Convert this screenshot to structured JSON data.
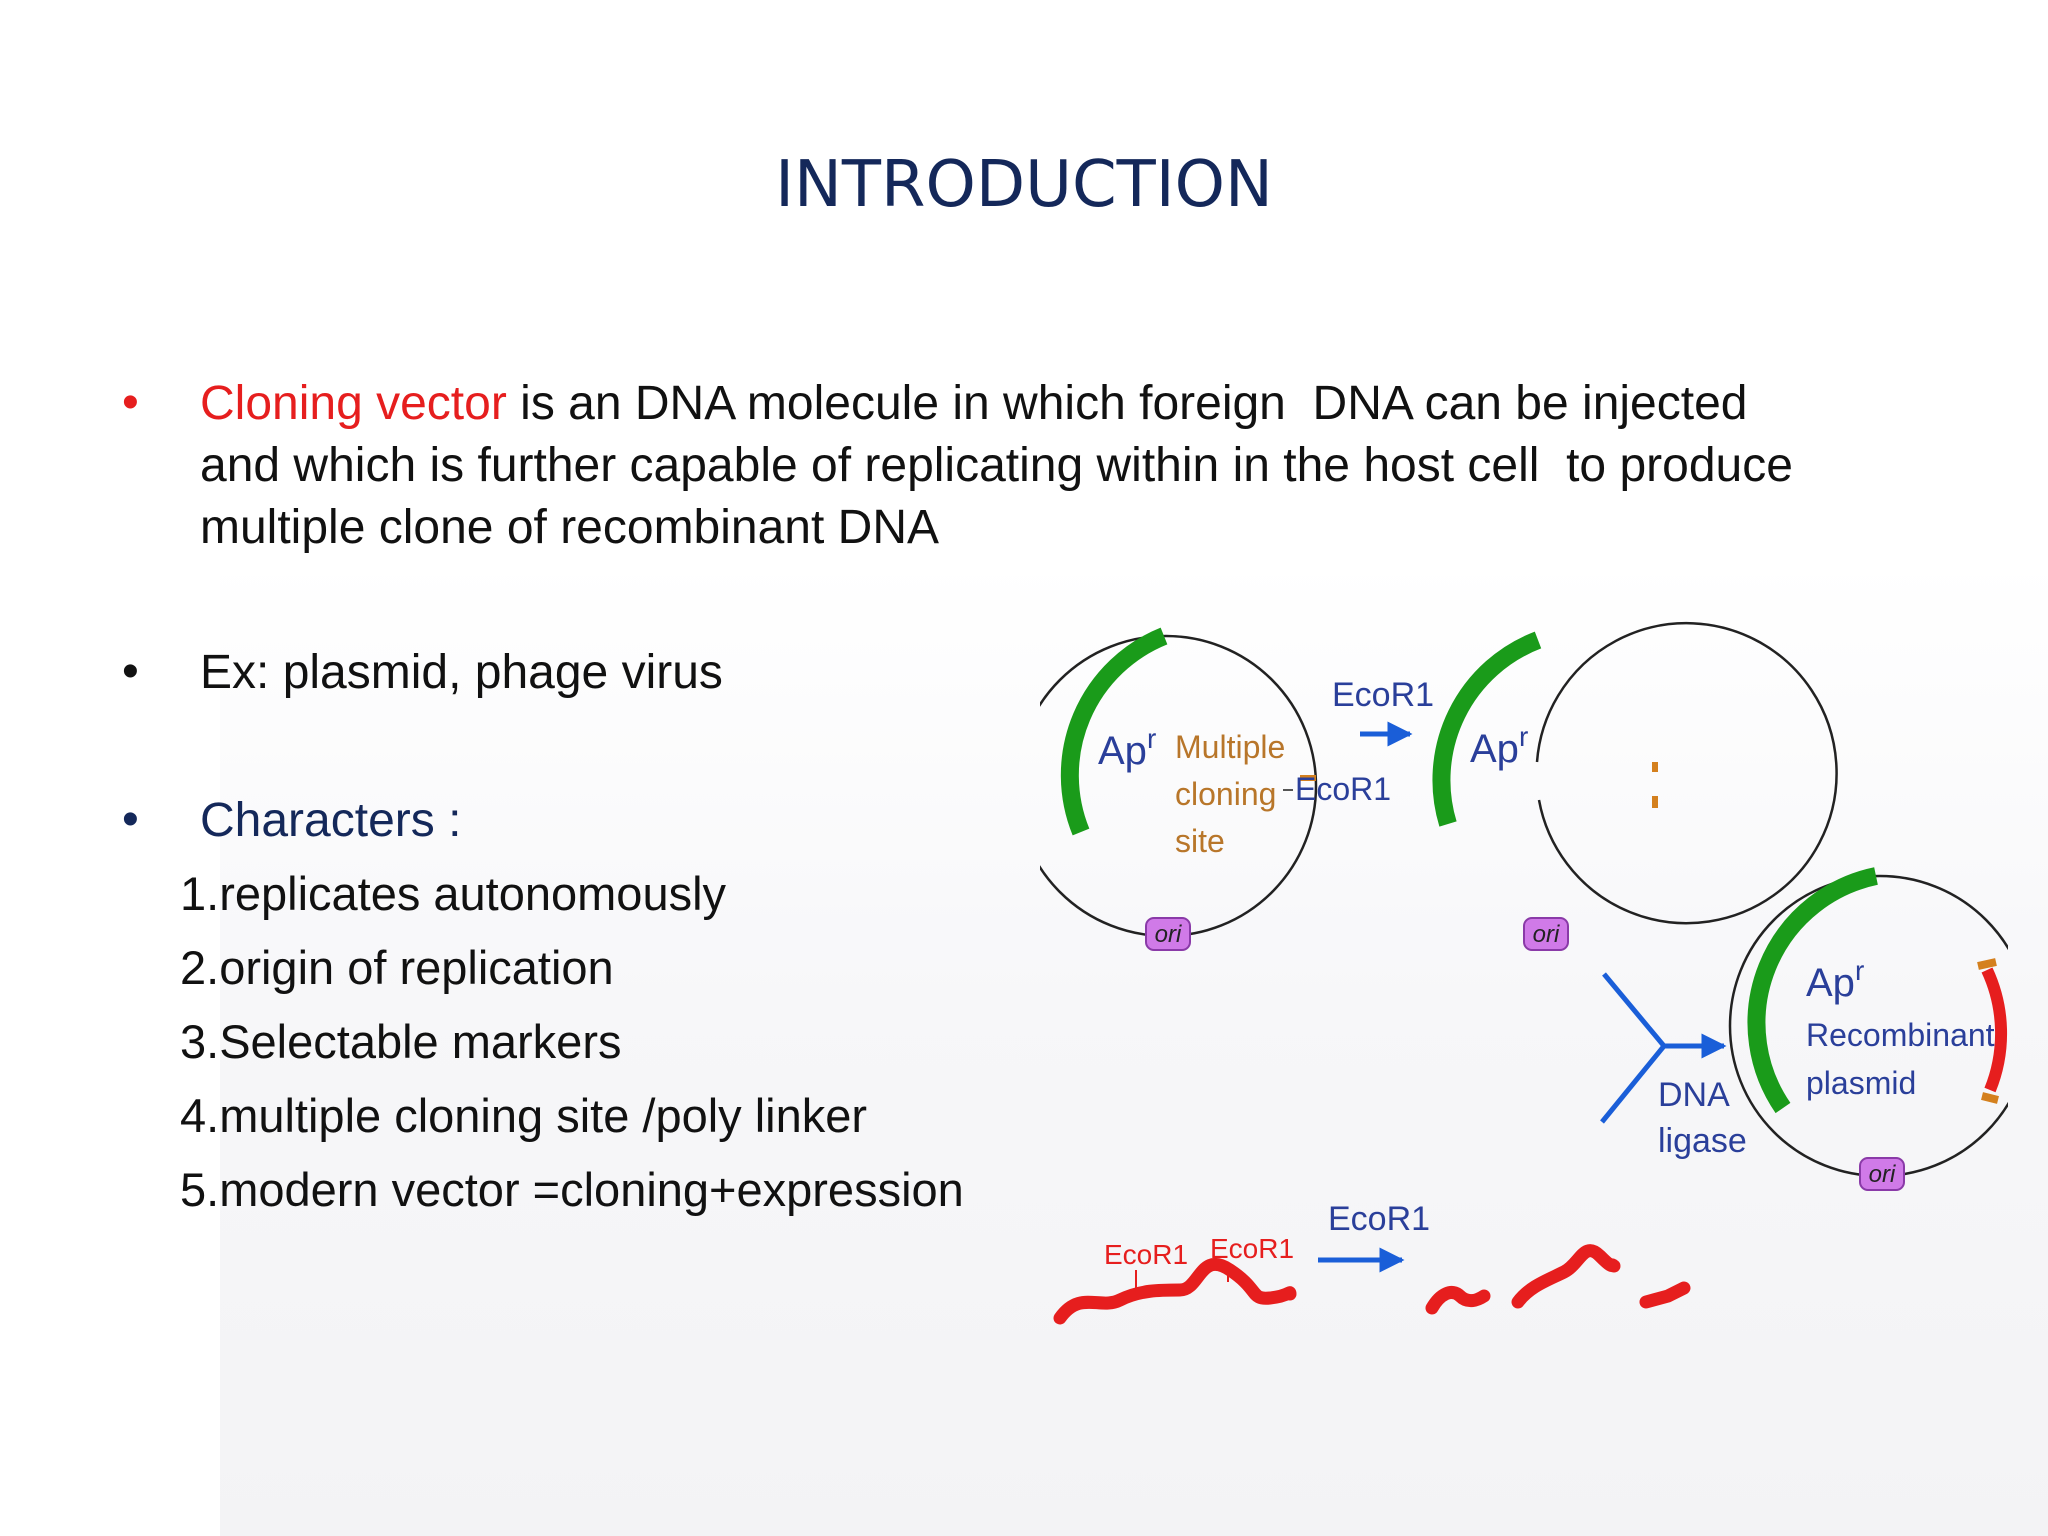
{
  "slide": {
    "title": "INTRODUCTION",
    "bullet_glyph": "•",
    "bullet1": {
      "highlight": "Cloning vector",
      "line1_rest": " is an DNA molecule in which foreign  DNA can be injected",
      "line2": "and which is further capable of replicating within in the host cell  to produce",
      "line3": "multiple clone of recombinant DNA"
    },
    "bullet2": "Ex: plasmid, phage virus",
    "bullet3": "Characters :",
    "characters": [
      "1.replicates autonomously",
      "2.origin of replication",
      "3.Selectable markers",
      "4.multiple cloning site /poly linker",
      "5.modern vector =cloning+expression"
    ]
  },
  "figure": {
    "marker_main": "Ap",
    "marker_sup": "r",
    "mcs": [
      "Multiple",
      "cloning",
      "site"
    ],
    "enzyme": "EcoR1",
    "ori": "ori",
    "ligase": [
      "DNA",
      "ligase"
    ],
    "recombinant": [
      "Recombinant",
      "plasmid"
    ],
    "colors": {
      "marker_green": "#1a9b1a",
      "mcs_orange": "#d4801e",
      "arrow_blue": "#1a5ed8",
      "insert_red": "#e61e1e",
      "ori_purple": "#d07ae8",
      "label_blue": "#2a3f9a",
      "label_brown": "#b8762a"
    }
  }
}
